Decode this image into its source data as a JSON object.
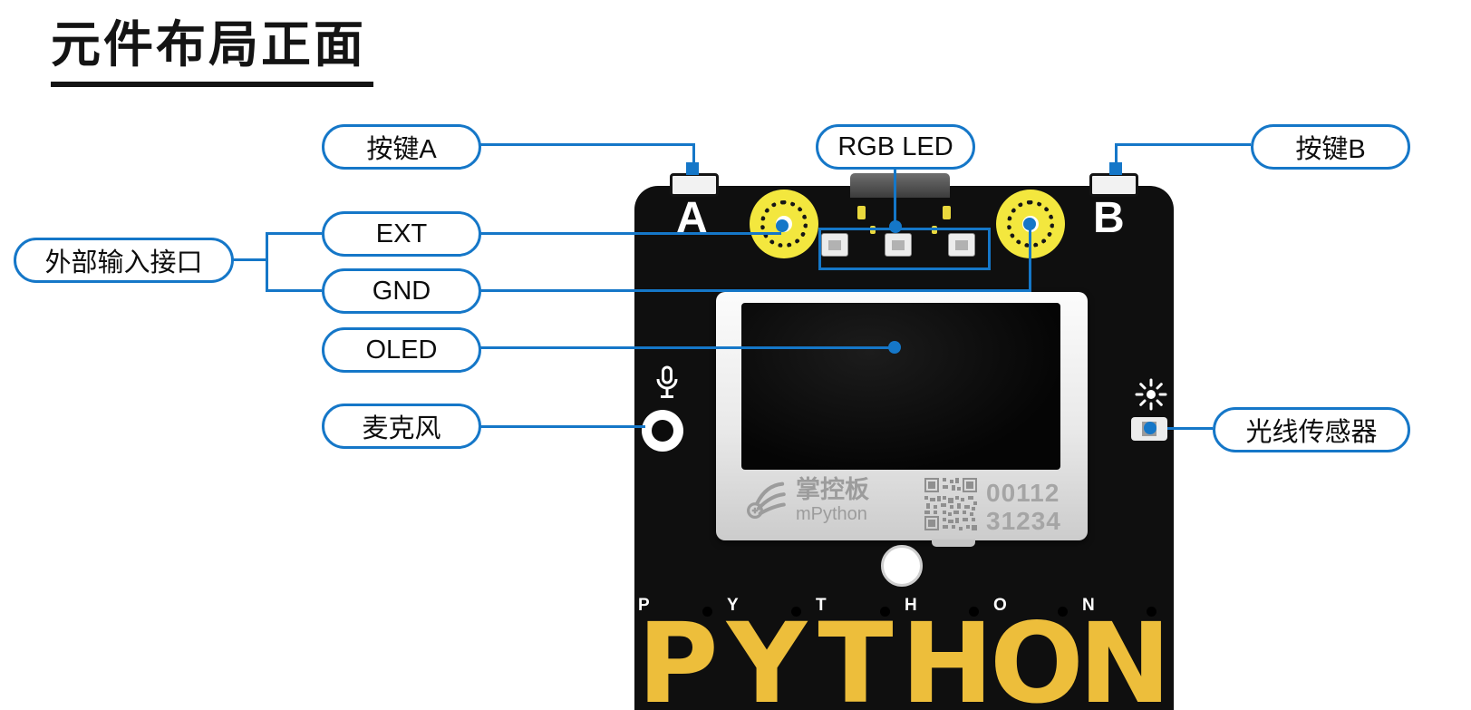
{
  "page": {
    "title": "元件布局正面"
  },
  "colors": {
    "accent_blue": "#1577c8",
    "board_black": "#0f0f0f",
    "pad_yellow": "#f3e73e",
    "touch_letter_gold": "#edbe3b"
  },
  "callouts": {
    "button_a": {
      "label": "按键A"
    },
    "rgb_led": {
      "label": "RGB LED"
    },
    "button_b": {
      "label": "按键B"
    },
    "external_input": {
      "label": "外部输入接口"
    },
    "ext": {
      "label": "EXT"
    },
    "gnd": {
      "label": "GND"
    },
    "oled": {
      "label": "OLED"
    },
    "microphone": {
      "label": "麦克风"
    },
    "light_sensor": {
      "label": "光线传感器"
    }
  },
  "board": {
    "button_a_label": "A",
    "button_b_label": "B",
    "oled_module": {
      "brand": "掌控板",
      "brand_sub": "mPython",
      "serial_line1": "00112",
      "serial_line2": "31234"
    },
    "touch_keys": [
      {
        "label": "P"
      },
      {
        "label": "Y"
      },
      {
        "label": "T"
      },
      {
        "label": "H"
      },
      {
        "label": "O"
      },
      {
        "label": "N"
      }
    ]
  }
}
